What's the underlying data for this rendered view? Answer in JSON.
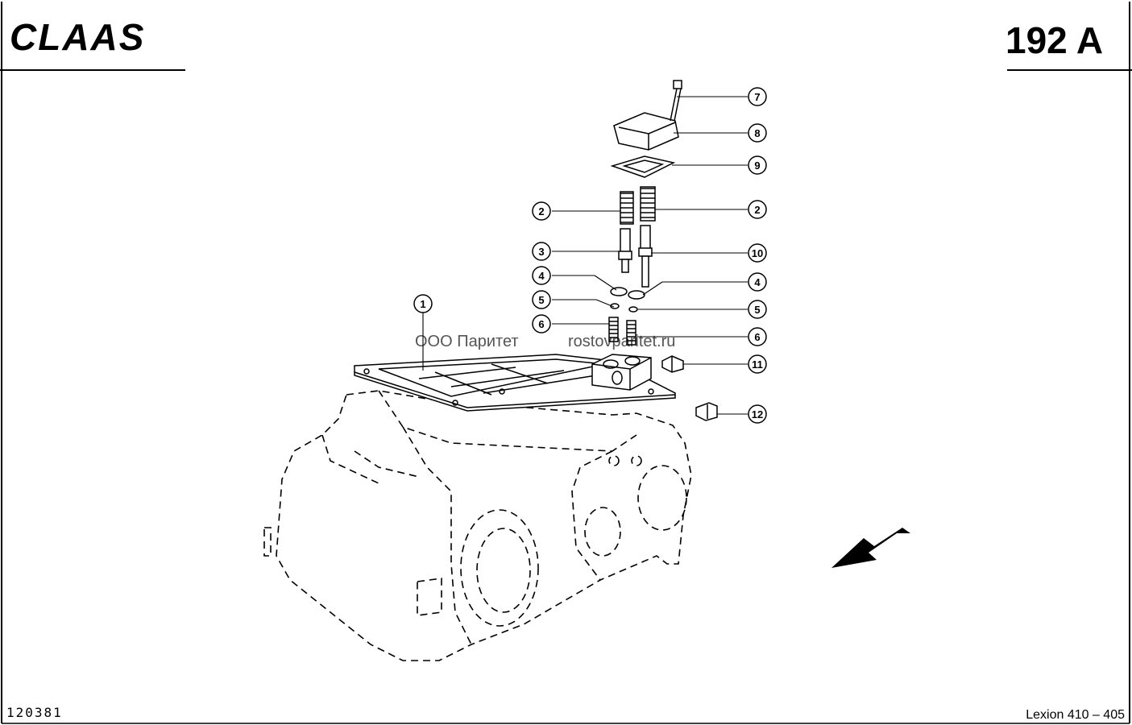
{
  "header": {
    "brand": "CLAAS",
    "sheet_number": "192 A"
  },
  "watermark": {
    "left": "ООО Паритет",
    "right": "rostovparitet.ru"
  },
  "footer": {
    "drawing_number": "120381",
    "model": "Lexion 410 – 405"
  },
  "callouts": [
    {
      "label": "7"
    },
    {
      "label": "8"
    },
    {
      "label": "9"
    },
    {
      "label": "2"
    },
    {
      "label": "2"
    },
    {
      "label": "3"
    },
    {
      "label": "10"
    },
    {
      "label": "4"
    },
    {
      "label": "4"
    },
    {
      "label": "1"
    },
    {
      "label": "5"
    },
    {
      "label": "5"
    },
    {
      "label": "6"
    },
    {
      "label": "6"
    },
    {
      "label": "11"
    },
    {
      "label": "12"
    }
  ]
}
